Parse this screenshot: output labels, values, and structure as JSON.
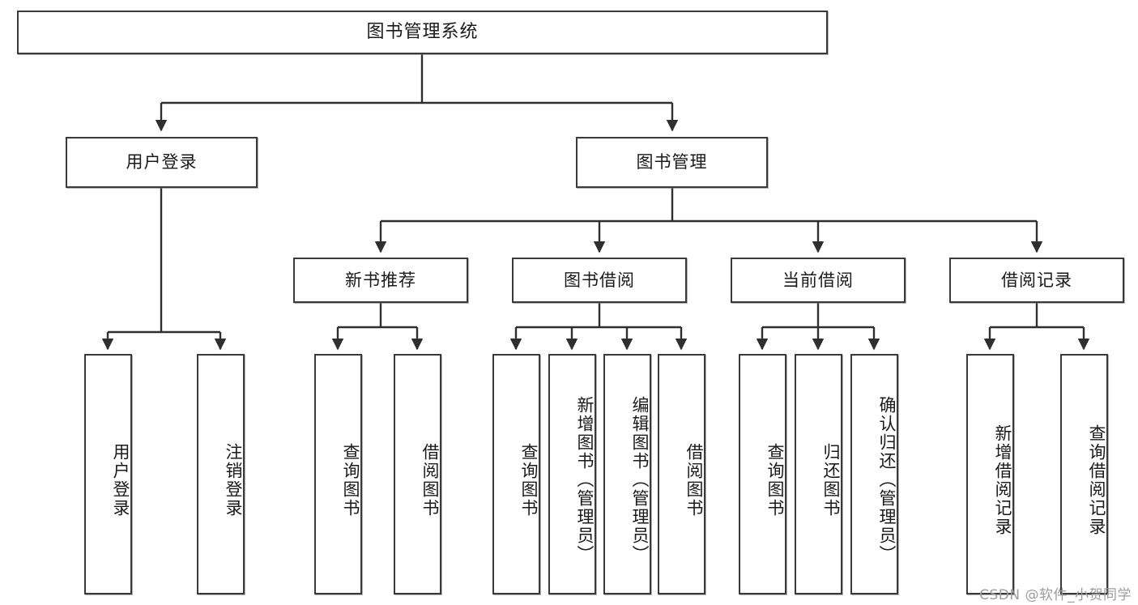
{
  "diagram": {
    "title": "图书管理系统",
    "type": "tree",
    "watermark": "CSDN @软件_小贺同学",
    "colors": {
      "box_border": "#3a3a3a",
      "box_fill": "#ffffff",
      "connector": "#2f2f2f",
      "watermark": "#9d9d9d",
      "background": "#ffffff"
    },
    "root": {
      "label": "图书管理系统"
    },
    "level2": [
      {
        "label": "用户登录"
      },
      {
        "label": "图书管理"
      }
    ],
    "level3": [
      {
        "label": "新书推荐"
      },
      {
        "label": "图书借阅"
      },
      {
        "label": "当前借阅"
      },
      {
        "label": "借阅记录"
      }
    ],
    "leaves": {
      "user_login": [
        {
          "label": "用户登录"
        },
        {
          "label": "注销登录"
        }
      ],
      "new_book_recommend": [
        {
          "label": "查询图书"
        },
        {
          "label": "借阅图书"
        }
      ],
      "book_borrow": [
        {
          "label": "查询图书"
        },
        {
          "label": "新增图书（管理员）"
        },
        {
          "label": "编辑图书（管理员）"
        },
        {
          "label": "借阅图书"
        }
      ],
      "current_borrow": [
        {
          "label": "查询图书"
        },
        {
          "label": "归还图书"
        },
        {
          "label": "确认归还（管理员）"
        }
      ],
      "borrow_records": [
        {
          "label": "新增借阅记录"
        },
        {
          "label": "查询借阅记录"
        }
      ]
    }
  }
}
